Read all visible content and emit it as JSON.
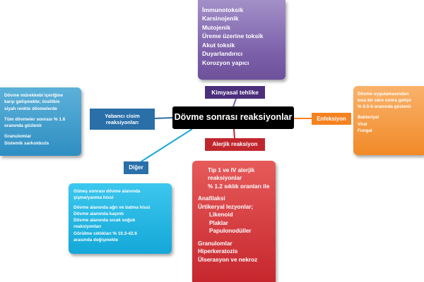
{
  "center": {
    "title": "Dövme sonrası reaksiyonlar"
  },
  "chemical": {
    "label": "Kimyasal tehlike",
    "items": [
      "İmmunotoksik",
      "Karsinojenik",
      "Mutojenik",
      "Üreme üzerine toksik",
      "Akut toksik",
      "Duyarlandırıcı",
      "Korozyon yapıcı"
    ],
    "color": "#7a5ea8"
  },
  "foreign_body": {
    "label_line1": "Yabancı cisim",
    "label_line2": "reaksiyonları",
    "card": {
      "p1_line1": "Dövme mürekkebi içeriğine",
      "p1_line2": "karşı gelişmekte; özellikle",
      "p1_line3": "siyah renkte dövmelerde",
      "p2_line1": "Tüm dövmeler sonrası % 1.6",
      "p2_line2": "oranında gözlenir",
      "p3_line1": "Granulomlar",
      "p3_line2": "Sistemik sarkoidozis"
    },
    "color": "#2f8ec2"
  },
  "infection": {
    "label": "Enfeksiyon",
    "card": {
      "p1_line1": "Dövme uygulamasından",
      "p1_line2": "kısa bir süre sonra gelişir",
      "p1_line3": "% 0.5-6 oranında gözlenir",
      "items": [
        "Bakteriyal",
        "Viral",
        "Fungal"
      ]
    },
    "color": "#f58220"
  },
  "allergic": {
    "label": "Alerjik reaksiyon",
    "card": {
      "h1": "Tip 1 ve IV alerjik",
      "h2": "reaksiyonlar",
      "h3": "% 1.2 sıklık oranları ile",
      "anafilaksi": "Anafilaksi",
      "urtikeryal": "Ürtikeryal lezyonlar;",
      "sub_items": [
        "Likenoid",
        "Plaklar",
        "Papulonodüller"
      ],
      "items": [
        "Granulomlar",
        "Hiperkeratozis",
        "Ülserasyon ve nekroz"
      ]
    },
    "color": "#c6272e"
  },
  "other": {
    "label": "Diğer",
    "card": {
      "l1": "Güneş sonrası dövme alanında",
      "l2": "şişme/yanma hissi",
      "l3": "Dövme alanında ağrı ve batma hissi",
      "l4": "Dövme alanında kaşıntı",
      "l5": "Dövme alanında sıcak soğuk",
      "l6": "reaksiyonları",
      "l7": "Görülme sıklıkları % 10.3-42.6",
      "l8": "arasında değişmekte"
    },
    "color": "#14a7d8"
  }
}
